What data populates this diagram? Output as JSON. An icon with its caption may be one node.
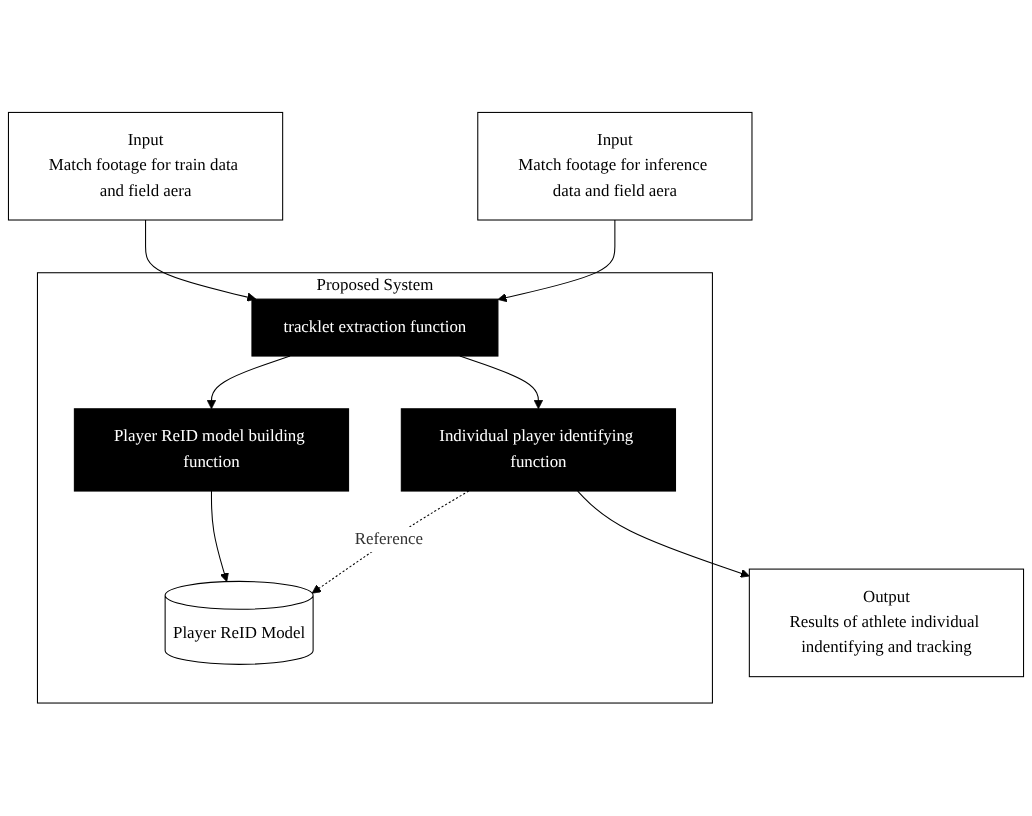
{
  "diagram": {
    "nodes": [
      {
        "text": [
          "Input",
          "Match footage for train data and field aera"
        ]
      },
      {
        "text": [
          "Input",
          "Match footage for inference data and field aera"
        ]
      },
      {
        "text": [
          "Proposed System"
        ]
      },
      {
        "text": [
          "tracklet extraction function"
        ],
        "in": 2
      },
      {
        "text": [
          "Player ReID model building function"
        ],
        "in": 2
      },
      {
        "text": [
          "Individual player identifying function"
        ],
        "in": 2
      },
      {
        "text": [
          "Player ReID Model"
        ],
        "in": 2
      },
      {
        "text": [
          "Output",
          "Results of athlete individual indentifying and tracking"
        ]
      }
    ],
    "edges": [
      {
        "from": 0,
        "to": 3,
        "arrow": "to"
      },
      {
        "from": 1,
        "to": 3,
        "arrow": "to"
      },
      {
        "from": 3,
        "to": 4,
        "arrow": "to"
      },
      {
        "from": 3,
        "to": 5,
        "arrow": "to"
      },
      {
        "from": 4,
        "to": 6,
        "arrow": "to"
      },
      {
        "from": 5,
        "to": 6,
        "arrow": "to",
        "label": "Reference",
        "style": "dashed"
      },
      {
        "from": 5,
        "to": 7,
        "arrow": "to"
      }
    ]
  }
}
